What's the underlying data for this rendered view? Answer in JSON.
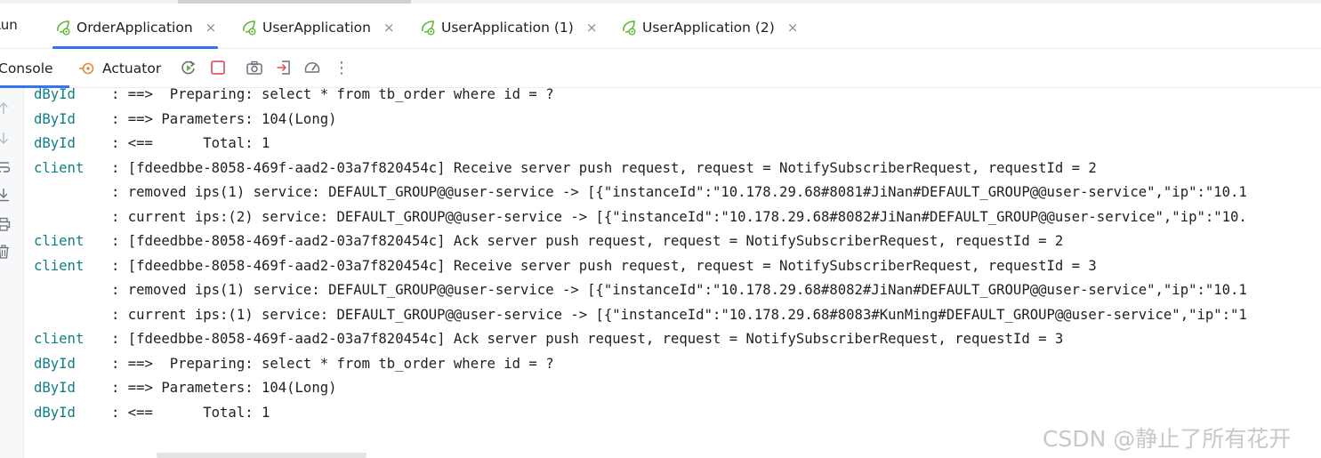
{
  "run_panel": {
    "title": "Run",
    "tabs": [
      {
        "label": "OrderApplication",
        "active": true
      },
      {
        "label": "UserApplication",
        "active": false
      },
      {
        "label": "UserApplication (1)",
        "active": false
      },
      {
        "label": "UserApplication (2)",
        "active": false
      }
    ],
    "close_glyph": "×"
  },
  "toolbar": {
    "console_label": "Console",
    "actuator_label": "Actuator",
    "icons": [
      "rerun-icon",
      "stop-icon",
      "camera-icon",
      "exit-icon",
      "dashboard-icon",
      "more-vertical-icon"
    ],
    "more_glyph": "⋮"
  },
  "gutter_icons": [
    "arrow-up-icon",
    "arrow-down-icon",
    "soft-wrap-icon",
    "scroll-to-end-icon",
    "print-icon",
    "trash-icon"
  ],
  "console": {
    "lines": [
      {
        "logger": "dById",
        "message": ": ==>  Preparing: select * from tb_order where id = ?"
      },
      {
        "logger": "dById",
        "message": ": ==> Parameters: 104(Long)"
      },
      {
        "logger": "dById",
        "message": ": <==      Total: 1"
      },
      {
        "logger": "client",
        "message": ": [fdeedbbe-8058-469f-aad2-03a7f820454c] Receive server push request, request = NotifySubscriberRequest, requestId = 2"
      },
      {
        "logger": "",
        "message": ": removed ips(1) service: DEFAULT_GROUP@@user-service -> [{\"instanceId\":\"10.178.29.68#8081#JiNan#DEFAULT_GROUP@@user-service\",\"ip\":\"10.1"
      },
      {
        "logger": "",
        "message": ": current ips:(2) service: DEFAULT_GROUP@@user-service -> [{\"instanceId\":\"10.178.29.68#8082#JiNan#DEFAULT_GROUP@@user-service\",\"ip\":\"10."
      },
      {
        "logger": "client",
        "message": ": [fdeedbbe-8058-469f-aad2-03a7f820454c] Ack server push request, request = NotifySubscriberRequest, requestId = 2"
      },
      {
        "logger": "client",
        "message": ": [fdeedbbe-8058-469f-aad2-03a7f820454c] Receive server push request, request = NotifySubscriberRequest, requestId = 3"
      },
      {
        "logger": "",
        "message": ": removed ips(1) service: DEFAULT_GROUP@@user-service -> [{\"instanceId\":\"10.178.29.68#8082#JiNan#DEFAULT_GROUP@@user-service\",\"ip\":\"10.1"
      },
      {
        "logger": "",
        "message": ": current ips:(1) service: DEFAULT_GROUP@@user-service -> [{\"instanceId\":\"10.178.29.68#8083#KunMing#DEFAULT_GROUP@@user-service\",\"ip\":\"1"
      },
      {
        "logger": "client",
        "message": ": [fdeedbbe-8058-469f-aad2-03a7f820454c] Ack server push request, request = NotifySubscriberRequest, requestId = 3"
      },
      {
        "logger": "dById",
        "message": ": ==>  Preparing: select * from tb_order where id = ?"
      },
      {
        "logger": "dById",
        "message": ": ==> Parameters: 104(Long)"
      },
      {
        "logger": "dById",
        "message": ": <==      Total: 1"
      }
    ]
  },
  "watermark": "CSDN @静止了所有花开",
  "colors": {
    "accent": "#3574f0",
    "logger": "#0f7f86",
    "spring_green": "#5fb832",
    "stop_red": "#e55765",
    "actuator_orange": "#e08a3c"
  }
}
